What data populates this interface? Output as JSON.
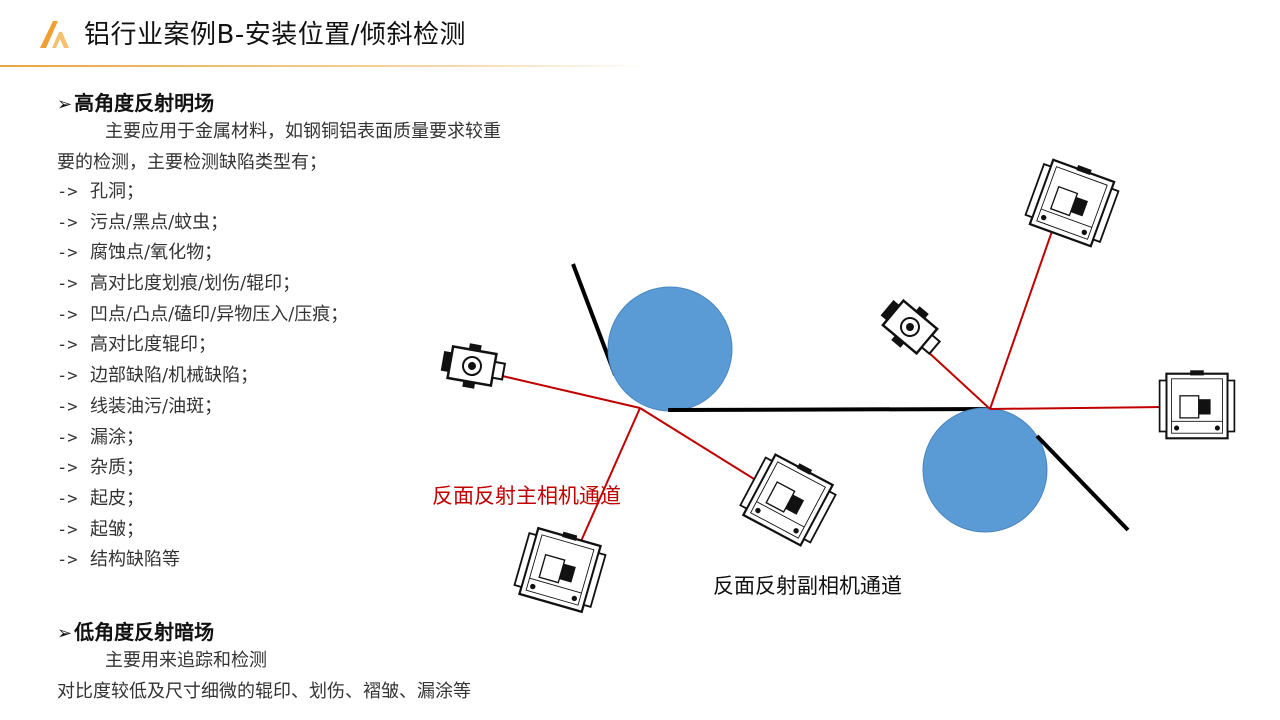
{
  "header": {
    "title": "铝行业案例B-安装位置/倾斜检测",
    "logo_icon": "orange-a-logo-icon",
    "accent_color": "#e8a640"
  },
  "section1": {
    "bullet": "➢",
    "heading": "高角度反射明场",
    "intro_line1": "主要应用于金属材料，如钢铜铝表面质量要求较重",
    "intro_line2": "要的检测，主要检测缺陷类型有；",
    "items": [
      "孔洞；",
      "污点/黑点/蚊虫；",
      "腐蚀点/氧化物；",
      "高对比度划痕/划伤/辊印；",
      "凹点/凸点/磕印/异物压入/压痕；",
      "高对比度辊印；",
      "边部缺陷/机械缺陷；",
      "线装油污/油斑；",
      "漏涂；",
      "杂质；",
      "起皮；",
      "起皱；",
      "结构缺陷等"
    ],
    "arrow": "->"
  },
  "section2": {
    "bullet": "➢",
    "heading": "低角度反射暗场",
    "line1": "主要用来追踪和检测",
    "line2": "对比度较低及尺寸细微的辊印、划伤、褶皱、漏涂等"
  },
  "diagram": {
    "label_main": "反面反射主相机通道",
    "label_aux": "反面反射副相机通道",
    "roller_color": "#5b9bd5",
    "beam_color": "#c00000"
  }
}
